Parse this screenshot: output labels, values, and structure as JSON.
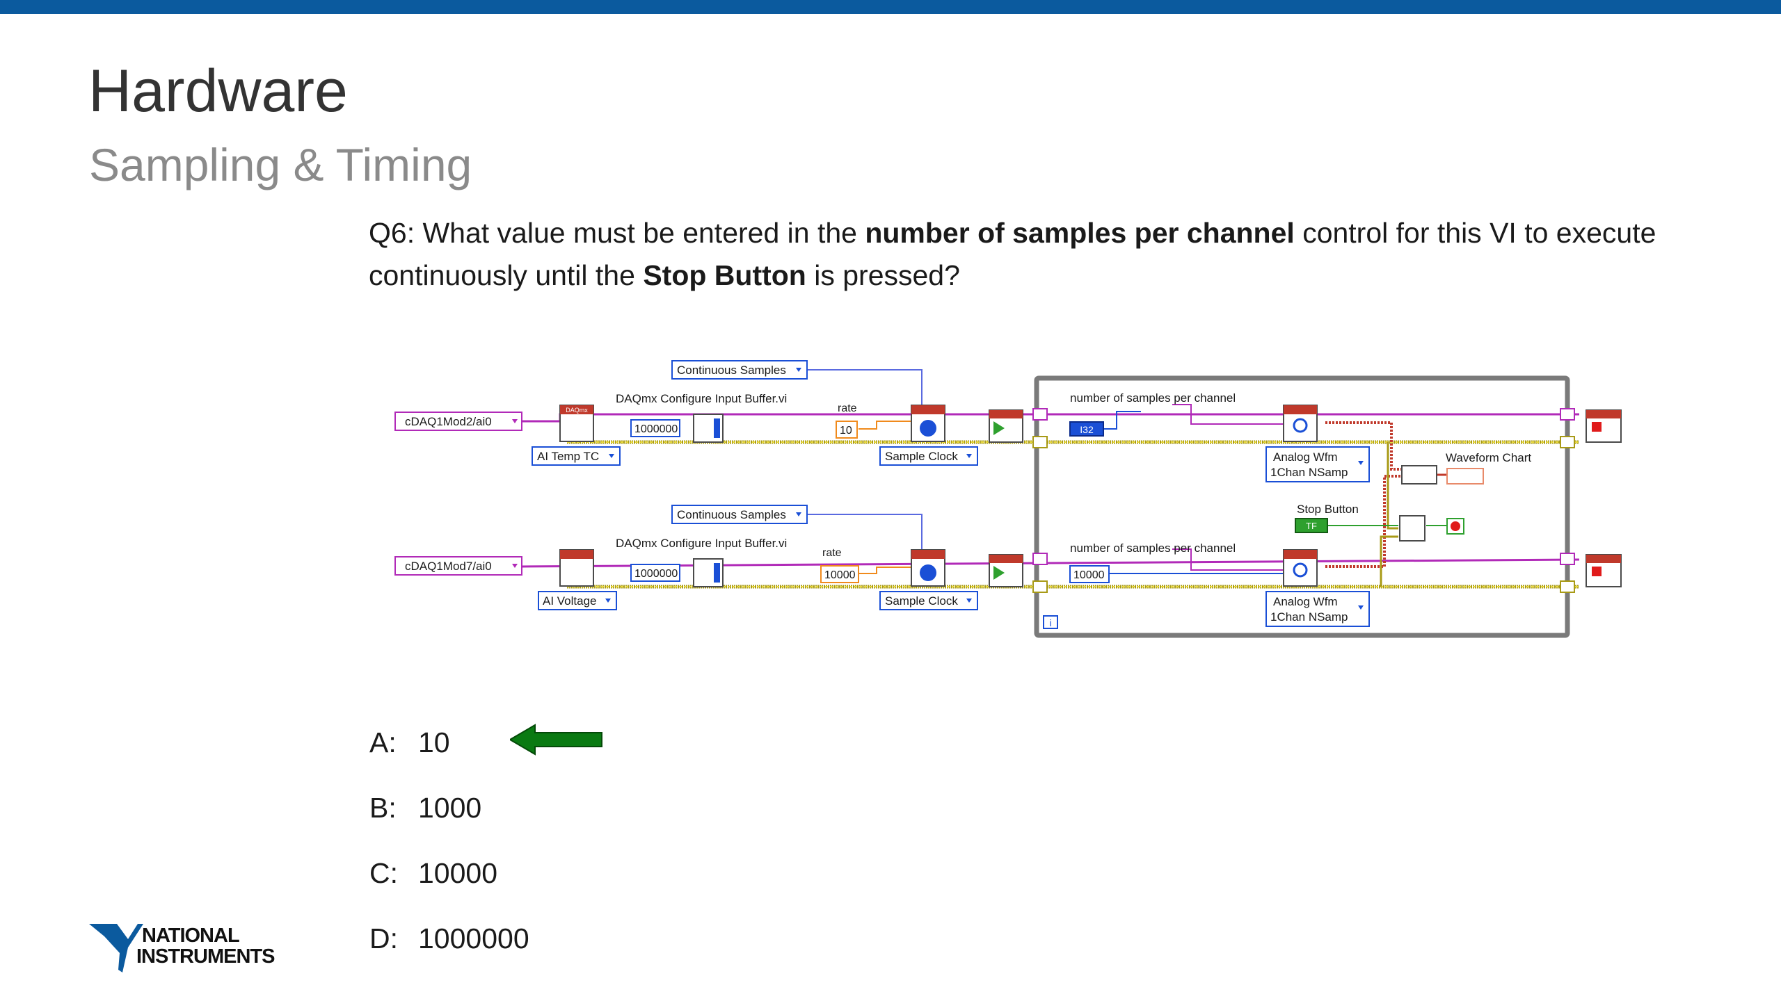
{
  "slide": {
    "title": "Hardware",
    "subtitle": "Sampling & Timing",
    "question": {
      "prefix": "Q6:  What value must be entered in the ",
      "bold1": "number of samples per channel",
      "middle": " control for this VI to execute continuously until the ",
      "bold2": "Stop Button",
      "suffix": " is pressed?"
    },
    "answers": [
      {
        "letter": "A:",
        "value": "10"
      },
      {
        "letter": "B:",
        "value": "1000"
      },
      {
        "letter": "C:",
        "value": "10000"
      },
      {
        "letter": "D:",
        "value": "1000000"
      }
    ],
    "arrow_color": "#0a7a12",
    "logo": {
      "line1": "NATIONAL",
      "line2": "INSTRUMENTS"
    }
  },
  "diagram": {
    "channel1": "cDAQ1Mod2/ai0",
    "channel2": "cDAQ1Mod7/ai0",
    "type1": "AI Temp TC",
    "type2": "AI Voltage",
    "continuous1": "Continuous Samples",
    "continuous2": "Continuous Samples",
    "buffer_vi1": "DAQmx Configure Input Buffer.vi",
    "buffer_vi2": "DAQmx Configure Input Buffer.vi",
    "buffer1": "1000000",
    "buffer2": "1000000",
    "rate_label1": "rate",
    "rate_label2": "rate",
    "rate1": "10",
    "rate2": "10000",
    "clock1": "Sample Clock",
    "clock2": "Sample Clock",
    "samples_label1": "number of samples per channel",
    "samples_label2": "number of samples per channel",
    "samples1": "I32",
    "samples2": "10000",
    "read1a": "Analog Wfm",
    "read1b": "1Chan NSamp",
    "read2a": "Analog Wfm",
    "read2b": "1Chan NSamp",
    "chart_label": "Waveform Chart",
    "stop_label": "Stop Button",
    "stop_tf": "TF",
    "loop_index": "i",
    "daq_badge": "DAQmx"
  }
}
